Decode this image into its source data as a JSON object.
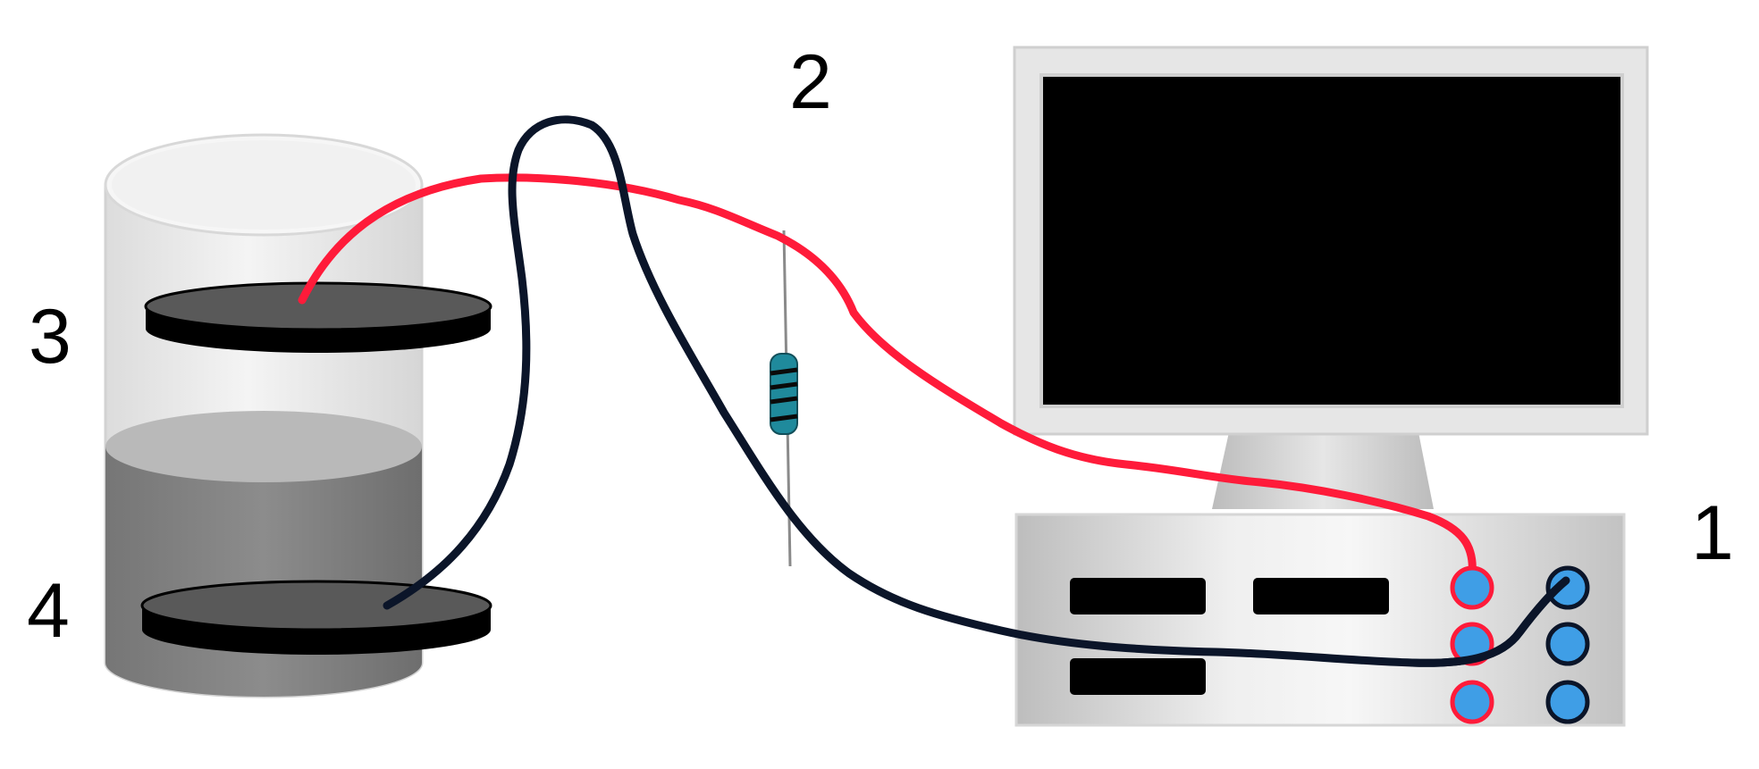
{
  "labels": {
    "computer": "1",
    "resistor": "2",
    "upper_electrode": "3",
    "lower_electrode": "4"
  },
  "colors": {
    "red_wire": "#ff1b3a",
    "black_wire": "#0b1529",
    "port_fill": "#3f9ee6",
    "port_ring_red": "#ff1b3a",
    "port_ring_black": "#0b1529",
    "screen": "#000000",
    "monitor_frame": "#e4e4e4",
    "liquid": "#808080",
    "electrode": "#000000",
    "resistor_body": "#1f8a9c"
  },
  "icons": {
    "computer": "desktop-computer-icon",
    "resistor": "resistor-icon",
    "vessel": "beaker-icon",
    "electrode": "disc-electrode-icon",
    "wire": "wire-icon",
    "port": "connector-port-icon"
  }
}
